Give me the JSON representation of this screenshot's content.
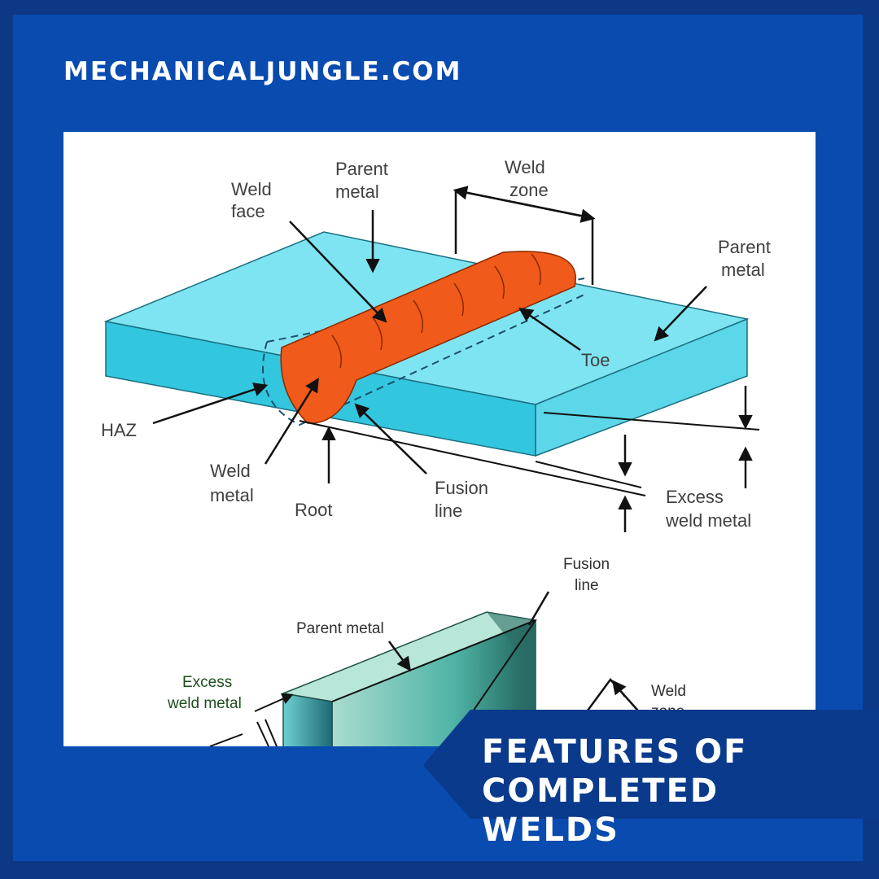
{
  "brand": {
    "site": "MECHANICALJUNGLE.COM"
  },
  "banner": {
    "line1": "FEATURES OF",
    "line2": "COMPLETED WELDS"
  },
  "diagram": {
    "top_labels": {
      "weld_face_1": "Weld",
      "weld_face_2": "face",
      "parent_metal_a_1": "Parent",
      "parent_metal_a_2": "metal",
      "weld_zone_1": "Weld",
      "weld_zone_2": "zone",
      "parent_metal_b_1": "Parent",
      "parent_metal_b_2": "metal",
      "toe": "Toe",
      "haz": "HAZ",
      "weld_metal_1": "Weld",
      "weld_metal_2": "metal",
      "root": "Root",
      "fusion_line_1": "Fusion",
      "fusion_line_2": "line",
      "excess_weld_metal_1": "Excess",
      "excess_weld_metal_2": "weld metal"
    },
    "bottom_labels": {
      "fusion_line_1": "Fusion",
      "fusion_line_2": "line",
      "parent_metal": "Parent metal",
      "excess_weld_metal_1": "Excess",
      "excess_weld_metal_2": "weld metal",
      "weld_zone_1": "Weld",
      "weld_zone_2": "zone"
    },
    "colors": {
      "plate_top": "#7fe4f2",
      "plate_front": "#2fc6df",
      "weld": "#f05a1a",
      "block": "#5fb8a8"
    }
  },
  "colors": {
    "background": "#0a4bb0",
    "frame": "#0c3886",
    "banner": "#0a3a8c"
  }
}
